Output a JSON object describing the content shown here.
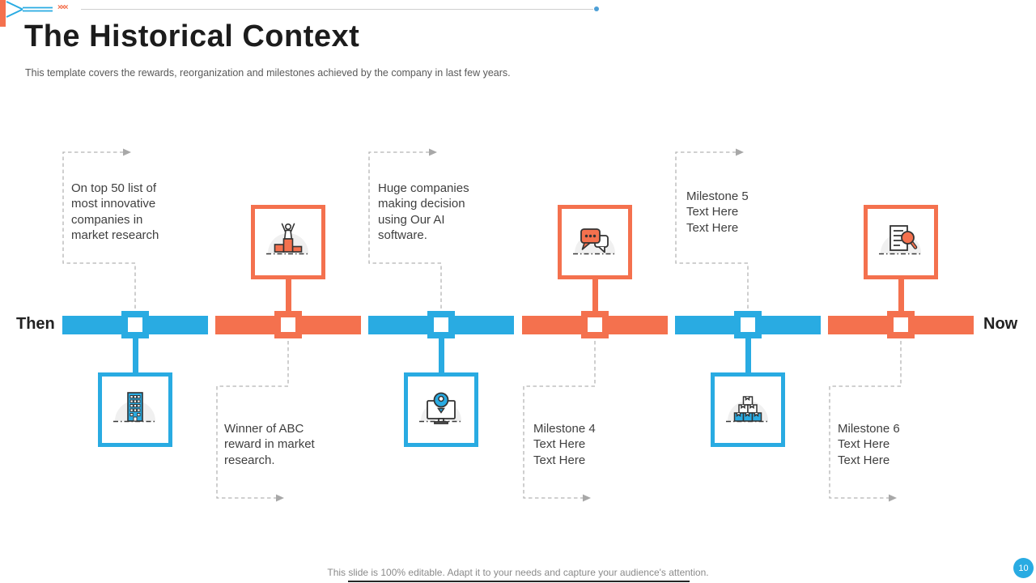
{
  "slide": {
    "title": "The Historical Context",
    "subtitle": "This template covers the rewards, reorganization and milestones achieved by the company in last few years.",
    "footer": "This slide is 100% editable. Adapt it to your needs and capture your audience's attention.",
    "page_number": "10",
    "deco": {
      "chevrons": "×××"
    },
    "timeline": {
      "start_label": "Then",
      "end_label": "Now"
    },
    "colors": {
      "blue": "#29ABE2",
      "orange": "#F4714E",
      "text_dark": "#1c1c1c",
      "text_body": "#3f3f3f",
      "dashed_gray": "#b5b5b5"
    },
    "milestones": [
      {
        "color": "blue",
        "icon": "building-icon",
        "icon_side": "below",
        "text_side": "above",
        "text": "On top 50 list of\nmost innovative\ncompanies in\nmarket research"
      },
      {
        "color": "orange",
        "icon": "winner-podium-icon",
        "icon_side": "above",
        "text_side": "below",
        "text": "Winner of ABC\nreward in market\nresearch."
      },
      {
        "color": "blue",
        "icon": "monitor-pin-icon",
        "icon_side": "below",
        "text_side": "above",
        "text": "Huge companies\nmaking decision\nusing Our AI\nsoftware."
      },
      {
        "color": "orange",
        "icon": "chat-bubbles-icon",
        "icon_side": "above",
        "text_side": "below",
        "text": "Milestone 4\nText Here\nText Here"
      },
      {
        "color": "blue",
        "icon": "stacked-boxes-icon",
        "icon_side": "below",
        "text_side": "above",
        "text": "Milestone 5\nText Here\nText Here"
      },
      {
        "color": "orange",
        "icon": "document-search-icon",
        "icon_side": "above",
        "text_side": "below",
        "text": "Milestone 6\nText Here\nText Here"
      }
    ]
  }
}
